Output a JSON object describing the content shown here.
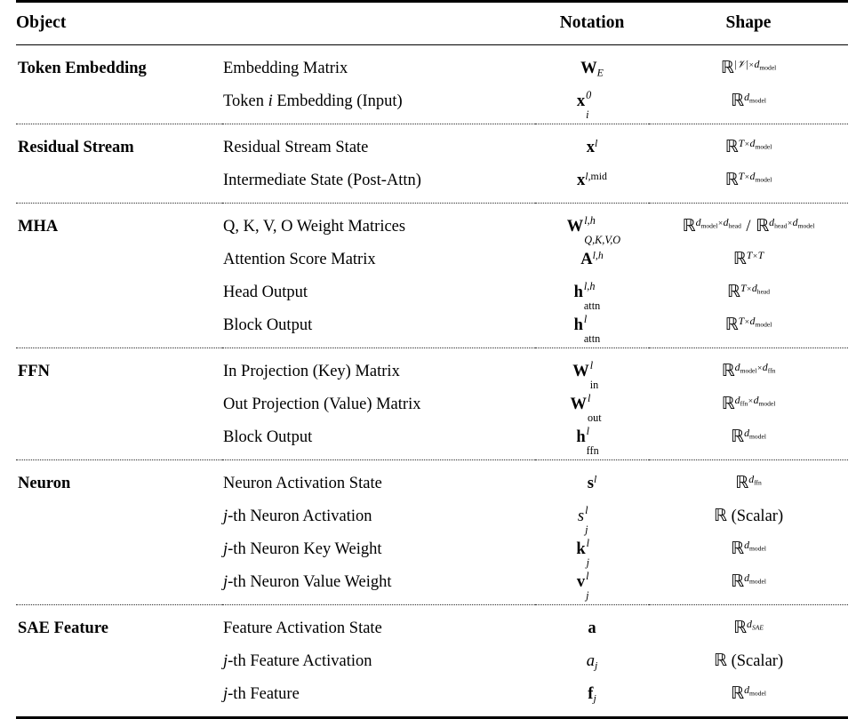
{
  "table": {
    "headers": {
      "object": "Object",
      "description": "",
      "notation": "Notation",
      "shape": "Shape"
    },
    "groups": [
      {
        "object": "Token Embedding",
        "rows": [
          {
            "description": "Embedding Matrix",
            "notation": "W_E",
            "shape": "R^{|V| x d_model}"
          },
          {
            "description": "Token i Embedding (Input)",
            "notation": "x_i^0",
            "shape": "R^{d_model}"
          }
        ]
      },
      {
        "object": "Residual Stream",
        "rows": [
          {
            "description": "Residual Stream State",
            "notation": "x^l",
            "shape": "R^{T x d_model}"
          },
          {
            "description": "Intermediate State (Post-Attn)",
            "notation": "x^{l,mid}",
            "shape": "R^{T x d_model}"
          }
        ]
      },
      {
        "object": "MHA",
        "rows": [
          {
            "description": "Q, K, V, O Weight Matrices",
            "notation": "W^{l,h}_{Q,K,V,O}",
            "shape": "R^{d_model x d_head} / R^{d_head x d_model}"
          },
          {
            "description": "Attention Score Matrix",
            "notation": "A^{l,h}",
            "shape": "R^{T x T}"
          },
          {
            "description": "Head Output",
            "notation": "h_attn^{l,h}",
            "shape": "R^{T x d_head}"
          },
          {
            "description": "Block Output",
            "notation": "h_attn^{l}",
            "shape": "R^{T x d_model}"
          }
        ]
      },
      {
        "object": "FFN",
        "rows": [
          {
            "description": "In Projection (Key) Matrix",
            "notation": "W_in^l",
            "shape": "R^{d_model x d_ffn}"
          },
          {
            "description": "Out Projection (Value) Matrix",
            "notation": "W_out^l",
            "shape": "R^{d_ffn x d_model}"
          },
          {
            "description": "Block Output",
            "notation": "h_ffn^l",
            "shape": "R^{d_model}"
          }
        ]
      },
      {
        "object": "Neuron",
        "rows": [
          {
            "description": "Neuron Activation State",
            "notation": "s^l",
            "shape": "R^{d_ffn}"
          },
          {
            "description": "j-th Neuron Activation",
            "notation": "s_j^l",
            "shape": "R (Scalar)"
          },
          {
            "description": "j-th Neuron Key Weight",
            "notation": "k_j^l",
            "shape": "R^{d_model}"
          },
          {
            "description": "j-th Neuron Value Weight",
            "notation": "v_j^l",
            "shape": "R^{d_model}"
          }
        ]
      },
      {
        "object": "SAE Feature",
        "rows": [
          {
            "description": "Feature Activation State",
            "notation": "a",
            "shape": "R^{d_SAE}"
          },
          {
            "description": "j-th Feature Activation",
            "notation": "a_j",
            "shape": "R (Scalar)"
          },
          {
            "description": "j-th Feature",
            "notation": "f_j",
            "shape": "R^{d_model}"
          }
        ]
      }
    ],
    "symbols": {
      "blackboard_r": "ℝ",
      "times": "×",
      "slash": "/",
      "scalar_suffix": "(Scalar)",
      "script_v": "𝒱"
    }
  }
}
